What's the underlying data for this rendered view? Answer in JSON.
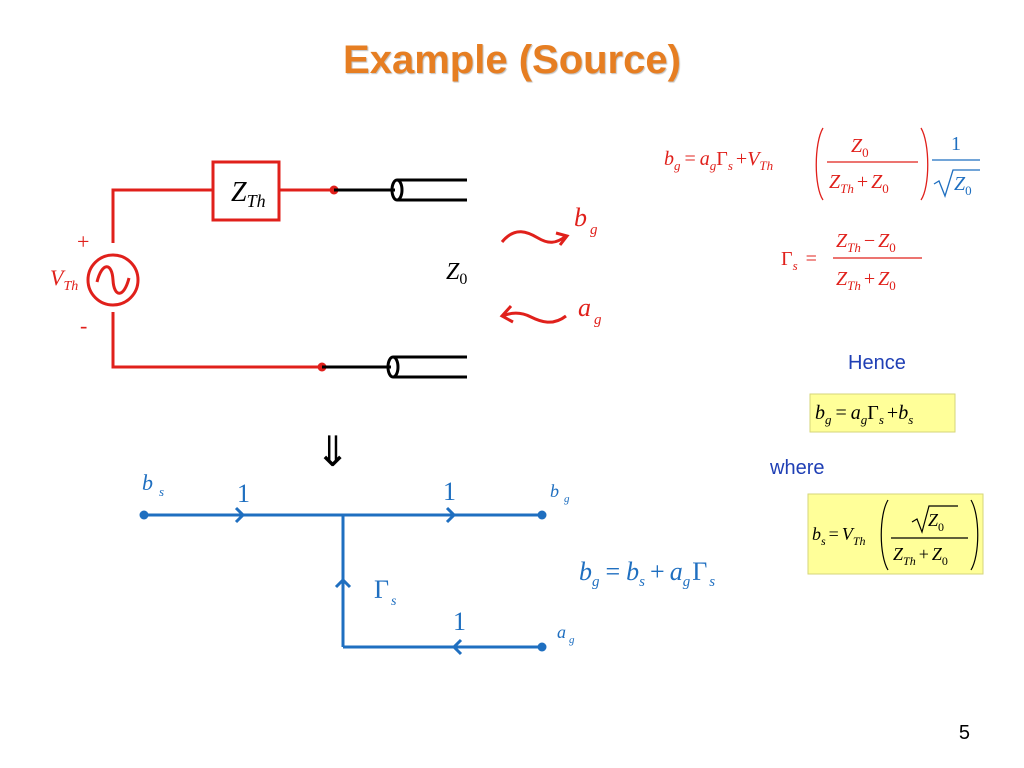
{
  "slide": {
    "title": "Example (Source)",
    "page_number": "5"
  },
  "labels": {
    "hence": "Hence",
    "where": "where"
  },
  "circuit": {
    "impedance": "Z",
    "impedance_sub": "Th",
    "source": "V",
    "source_sub": "Th",
    "plus": "+",
    "minus": "-",
    "line_impedance": "Z",
    "line_impedance_sub": "0",
    "wave_out": "b",
    "wave_out_sub": "g",
    "wave_in": "a",
    "wave_in_sub": "g"
  },
  "flow_graph": {
    "arrow_symbol": "⇓",
    "node_bs": "b",
    "node_bs_sub": "s",
    "node_bg": "b",
    "node_bg_sub": "g",
    "node_ag": "a",
    "node_ag_sub": "g",
    "gain_top_left": "1",
    "gain_top_right": "1",
    "gain_bottom": "1",
    "gain_gamma": "Γ",
    "gain_gamma_sub": "s"
  },
  "colors": {
    "circuit": "#e0201b",
    "flow_graph": "#1f6fc0",
    "title": "#e67e22",
    "highlight": "#ffff99"
  }
}
